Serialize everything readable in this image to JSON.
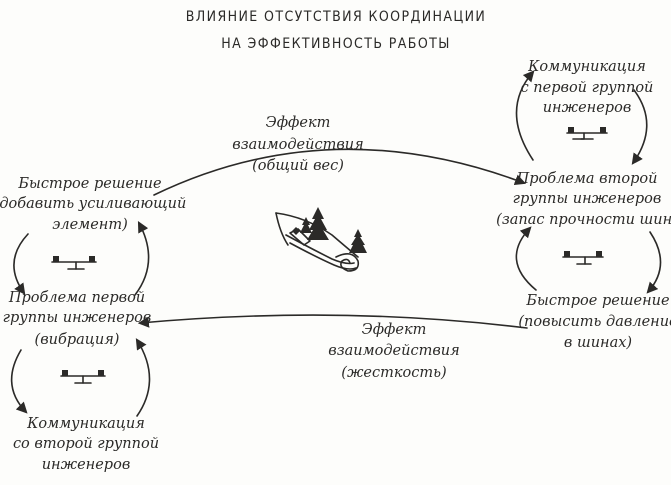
{
  "title": {
    "line1": "ВЛИЯНИЕ ОТСУТСТВИЯ КООРДИНАЦИИ",
    "line2": "НА ЭФФЕКТИВНОСТЬ РАБОТЫ"
  },
  "nodes": {
    "comm_first_group": [
      "Коммуникация",
      "с первой группой",
      "инженеров"
    ],
    "problem_second_group": [
      "Проблема второй",
      "группы инженеров",
      "(запас прочности шин)"
    ],
    "quick_fix_right": [
      "Быстрое решение",
      "(повысить давление",
      "в шинах)"
    ],
    "quick_fix_left": [
      "Быстрое решение",
      "(добавить усиливающий",
      "элемент)"
    ],
    "problem_first_group": [
      "Проблема первой",
      "группы инженеров",
      "(вибрация)"
    ],
    "comm_second_group": [
      "Коммуникация",
      "со второй группой",
      "инженеров"
    ],
    "interaction_top": [
      "Эффект",
      "взаимодействия",
      "(общий вес)"
    ],
    "interaction_bottom": [
      "Эффект",
      "взаимодействия",
      "(жесткость)"
    ]
  },
  "icons": {
    "seesaw": "seesaw-balance-icon",
    "illustration": "bobsled-on-snowy-hill-icon"
  },
  "colors": {
    "ink": "#2b2a28",
    "background": "#fdfdfb"
  }
}
